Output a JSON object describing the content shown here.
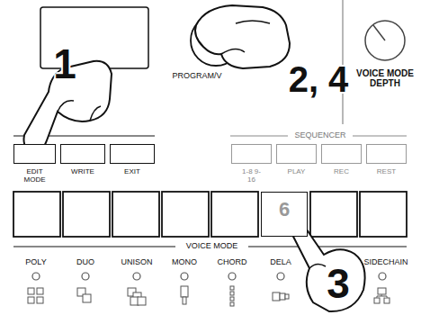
{
  "diagram": {
    "nodes": [
      {
        "text": [
          "EDIT MODE"
        ]
      },
      {
        "text": [
          "WRITE"
        ]
      },
      {
        "text": [
          "EXIT"
        ]
      },
      {
        "text": [
          "1-8 9-16"
        ]
      },
      {
        "text": [
          "PLAY"
        ]
      },
      {
        "text": [
          "REC"
        ]
      },
      {
        "text": [
          "REST"
        ]
      },
      {
        "text": [
          "6"
        ]
      }
    ],
    "labels": [
      "1",
      "PROGRAM/V",
      "2, 4",
      "VOICE MODE DEPTH",
      "SEQUENCER",
      "VOICE MODE",
      "POLY",
      "DUO",
      "UNISON",
      "MONO",
      "CHORD",
      "DELA",
      "SIDECHAIN",
      "3"
    ]
  }
}
